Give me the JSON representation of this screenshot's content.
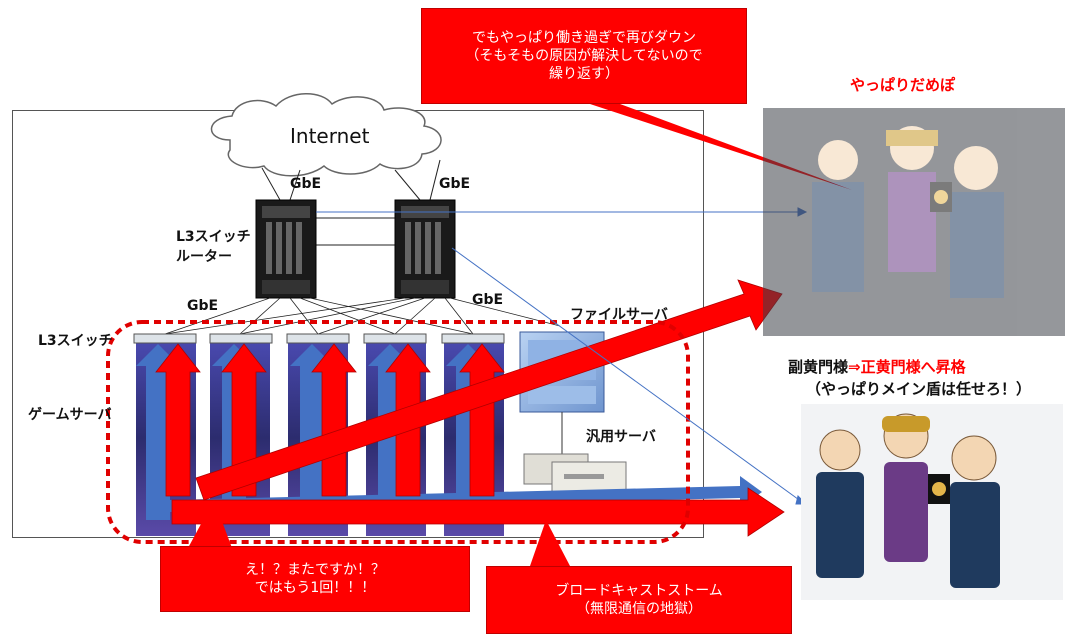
{
  "network": {
    "internet_label": "Internet",
    "gbe_top_left": "GbE",
    "gbe_top_right": "GbE",
    "l3_router_label_line1": "L3スイッチ",
    "l3_router_label_line2": "ルーター",
    "gbe_mid_left": "GbE",
    "gbe_mid_right": "GbE",
    "l3_switch_label": "L3スイッチ",
    "game_server_label": "ゲームサーバ",
    "file_server_label": "ファイルサーバ",
    "general_server_label": "汎用サーバ"
  },
  "callouts": {
    "top_line1": "でもやっぱり働き過ぎで再びダウン",
    "top_line2": "（そもそもの原因が解決してないので",
    "top_line3": "繰り返す）",
    "left_line1": "え！？またですか！？",
    "left_line2": "ではもう1回！！！",
    "broadcast_line1": "ブロードキャストストーム",
    "broadcast_line2": "（無限通信の地獄）"
  },
  "right_panels": {
    "dark_title": "やっぱりだめぽ",
    "promotion_prefix": "副黄門様",
    "promotion_arrow": "⇒",
    "promotion_highlight": "正黄門様へ昇格",
    "promotion_sub": "（やっぱりメイン盾は任せろ！）"
  },
  "colors": {
    "callout_red": "#ff0000",
    "arrow_blue": "#4472c4",
    "dashed_red": "#e00000",
    "dark_panel": "#3e4149"
  },
  "icons": {
    "cloud": "cloud-icon",
    "router": "router-chassis-icon",
    "switch": "switch-icon",
    "server_rack": "server-rack-icon",
    "file_server": "file-server-icon",
    "desktop": "desktop-server-icon",
    "characters": "edo-characters-illustration"
  }
}
